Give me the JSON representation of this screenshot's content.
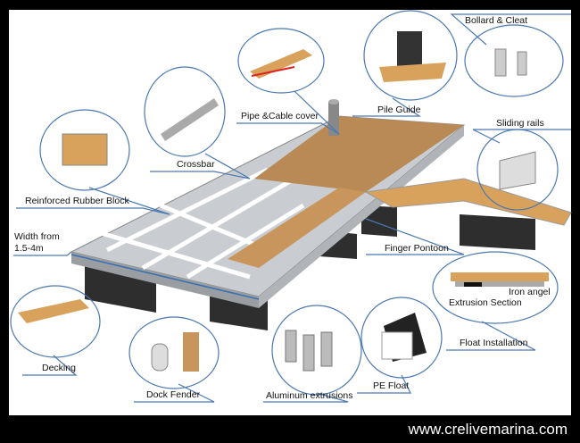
{
  "labels": {
    "bollard_cleat": "Bollard & Cleat",
    "pipe_cable_cover": "Pipe &Cable cover",
    "pile_guide": "Pile Guide",
    "sliding_rails": "Sliding rails",
    "crossbar": "Crossbar",
    "rubber_block": "Reinforced Rubber Block",
    "width_line1": "Width from",
    "width_line2": "1.5-4m",
    "finger_pontoon": "Finger Pontoon",
    "iron_angel": "Iron angel",
    "extrusion_section": "Extrusion Section",
    "float_installation": "Float Installation",
    "decking": "Decking",
    "dock_fender": "Dock Fender",
    "aluminum_extrusions": "Aluminum extrusions",
    "pe_float": "PE Float"
  },
  "website": "www.crelivemarina.com",
  "colors": {
    "leader": "#4a78b0",
    "wood": "#d9a25c",
    "float": "#2b2b2b",
    "metal": "#b9bcc0"
  }
}
